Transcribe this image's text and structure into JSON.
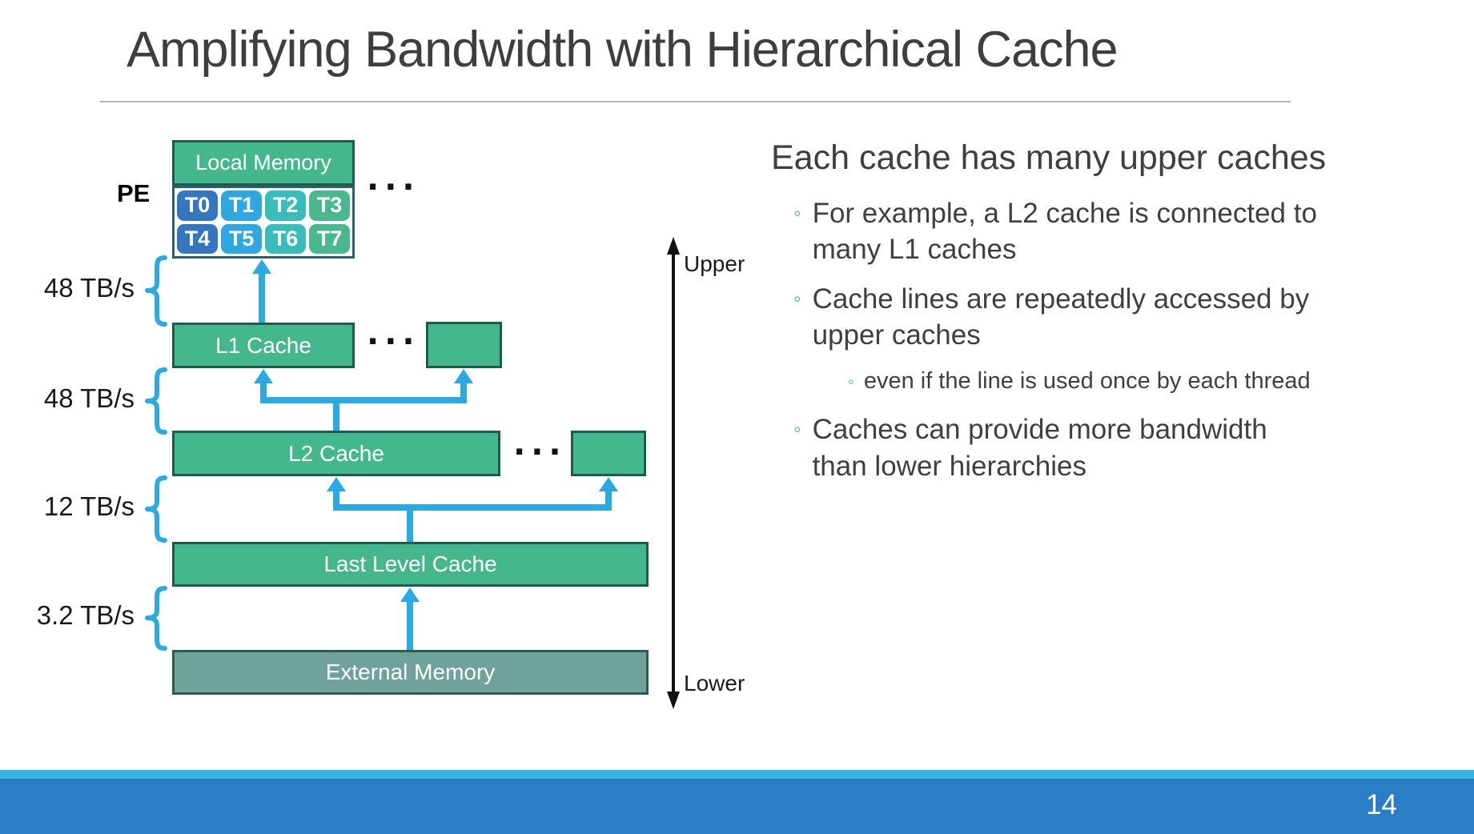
{
  "title": "Amplifying Bandwidth with Hierarchical Cache",
  "page_number": "14",
  "colors": {
    "cache_green": "#45b78c",
    "cache_border": "#1e5b4f",
    "external_fill": "#6fa29a",
    "external_border": "#2e5a54",
    "arrow_blue": "#29abe2",
    "brace_blue": "#29abe2",
    "bullet_blue": "#3fa9dc",
    "footer_stripe": "#35b3e4",
    "footer_bar": "#2a7ec6",
    "text_dark": "#3f3f3f",
    "thread_t0": "#3477bf",
    "thread_t1": "#2fa7e0",
    "thread_t2": "#38bdbb",
    "thread_t3": "#4ab88e"
  },
  "diagram": {
    "pe_label": "PE",
    "local_memory_label": "Local Memory",
    "threads": [
      {
        "label": "T0"
      },
      {
        "label": "T1"
      },
      {
        "label": "T2"
      },
      {
        "label": "T3"
      },
      {
        "label": "T4"
      },
      {
        "label": "T5"
      },
      {
        "label": "T6"
      },
      {
        "label": "T7"
      }
    ],
    "ellipsis": "...",
    "l1_label": "L1 Cache",
    "l2_label": "L2 Cache",
    "llc_label": "Last Level Cache",
    "external_label": "External Memory",
    "bandwidth_labels": [
      "48 TB/s",
      "48 TB/s",
      "12 TB/s",
      "3.2 TB/s"
    ],
    "axis_upper": "Upper",
    "axis_lower": "Lower"
  },
  "content": {
    "heading": "Each cache has many upper caches",
    "bullet_marker": "◦",
    "bullets": [
      {
        "level": 1,
        "text": "For example, a L2 cache is connected to\nmany L1 caches"
      },
      {
        "level": 1,
        "text": "Cache lines are repeatedly accessed by\nupper caches"
      },
      {
        "level": 2,
        "text": "even if the line is used once by each thread"
      },
      {
        "level": 1,
        "text": "Caches can provide more bandwidth\nthan lower hierarchies"
      }
    ]
  }
}
